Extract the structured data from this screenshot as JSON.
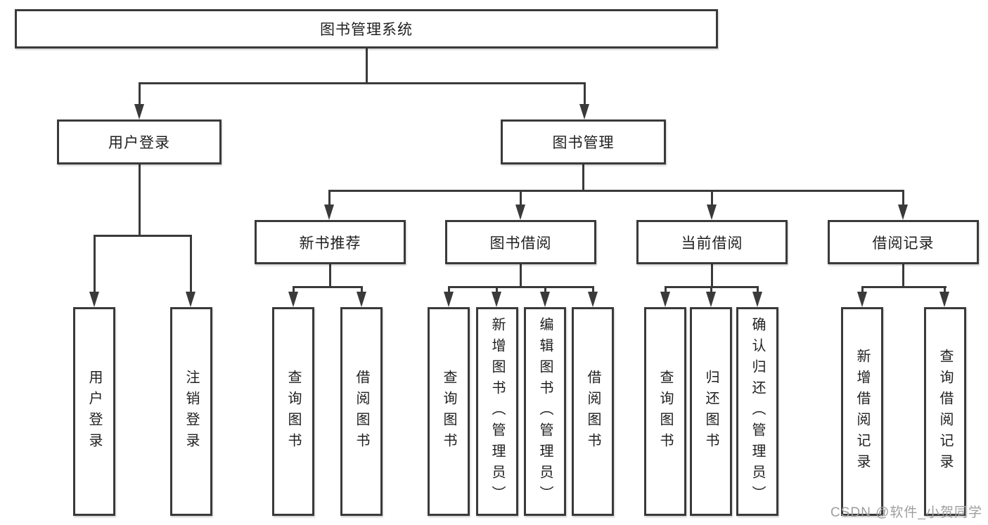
{
  "diagram": {
    "title": "图书管理系统",
    "root": {
      "label": "图书管理系统"
    },
    "level2": [
      {
        "label": "用户登录"
      },
      {
        "label": "图书管理"
      }
    ],
    "level3": [
      {
        "label": "新书推荐"
      },
      {
        "label": "图书借阅"
      },
      {
        "label": "当前借阅"
      },
      {
        "label": "借阅记录"
      }
    ],
    "leaves": [
      {
        "label": "用户登录",
        "parent": "用户登录"
      },
      {
        "label": "注销登录",
        "parent": "用户登录"
      },
      {
        "label": "查询图书",
        "parent": "新书推荐"
      },
      {
        "label": "借阅图书",
        "parent": "新书推荐"
      },
      {
        "label": "查询图书",
        "parent": "图书借阅"
      },
      {
        "label": "新增图书（管理员）",
        "parent": "图书借阅"
      },
      {
        "label": "编辑图书（管理员）",
        "parent": "图书借阅"
      },
      {
        "label": "借阅图书",
        "parent": "图书借阅"
      },
      {
        "label": "查询图书",
        "parent": "当前借阅"
      },
      {
        "label": "归还图书",
        "parent": "当前借阅"
      },
      {
        "label": "确认归还（管理员）",
        "parent": "当前借阅"
      },
      {
        "label": "新增借阅记录",
        "parent": "借阅记录"
      },
      {
        "label": "查询借阅记录",
        "parent": "借阅记录"
      }
    ],
    "watermark": "CSDN @软件_小贺同学",
    "colors": {
      "line": "#3a3a3a",
      "text": "#1f1f1f",
      "watermark": "#9e9e9e",
      "background": "#ffffff"
    }
  }
}
